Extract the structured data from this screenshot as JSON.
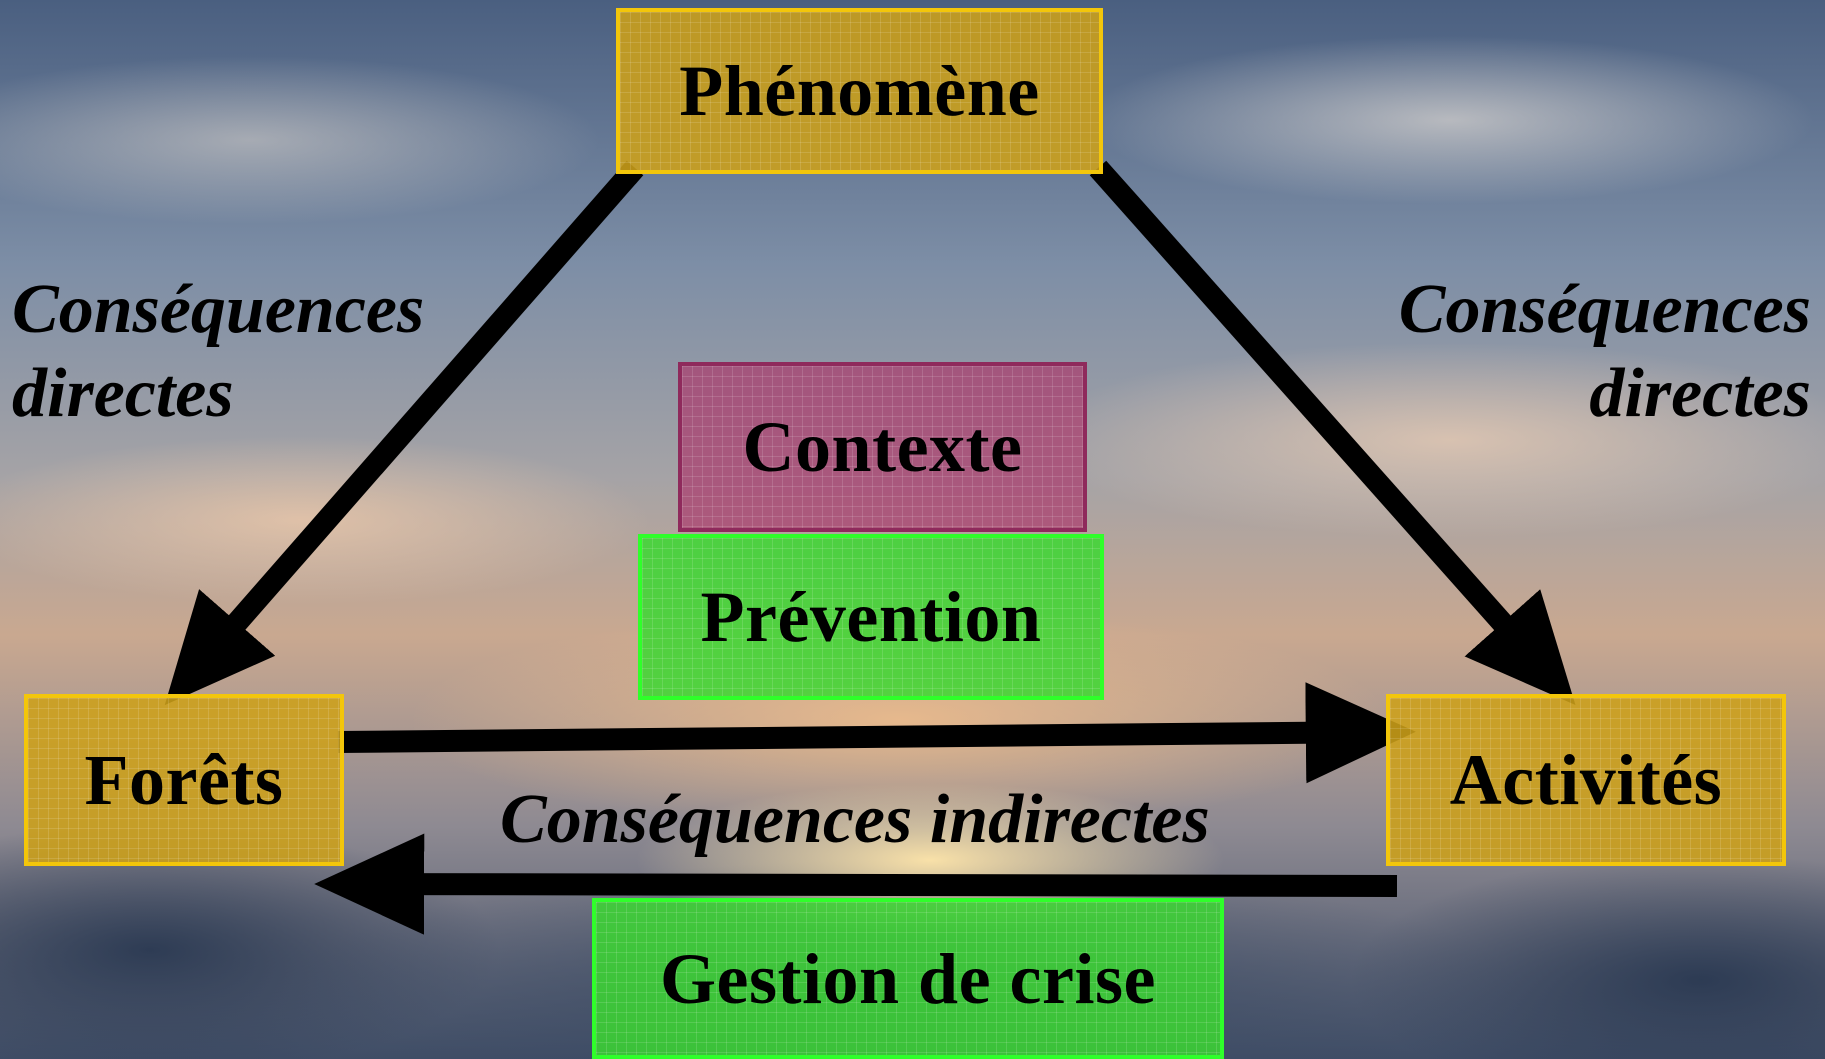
{
  "boxes": {
    "phenomene": "Phénomène",
    "contexte": "Contexte",
    "prevention": "Prévention",
    "forets": "Forêts",
    "activites": "Activités",
    "gestion": "Gestion de crise"
  },
  "labels": {
    "left_line1": "Conséquences",
    "left_line2": "directes",
    "right_line1": "Conséquences",
    "right_line2": "directes",
    "bottom": "Conséquences indirectes"
  },
  "colors": {
    "gold_fill": "#cda019",
    "gold_border": "#f3c60a",
    "purple_fill": "#aa3c6e",
    "green_fill": "#3cd732",
    "green_border": "#2fff2a",
    "arrow": "#000000"
  }
}
